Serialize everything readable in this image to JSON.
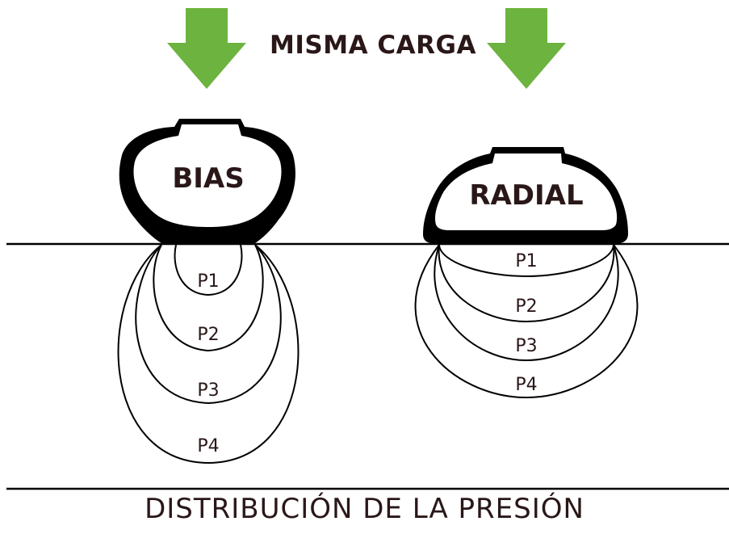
{
  "heading": "MISMA CARGA",
  "footer": "DISTRIBUCIÓN DE LA PRESIÓN",
  "tires": {
    "bias": {
      "label": "BIAS",
      "zones": [
        "P1",
        "P2",
        "P3",
        "P4"
      ]
    },
    "radial": {
      "label": "RADIAL",
      "zones": [
        "P1",
        "P2",
        "P3",
        "P4"
      ]
    }
  },
  "colors": {
    "arrow": "#6db33f",
    "text": "#2a1718",
    "line": "#000000"
  }
}
